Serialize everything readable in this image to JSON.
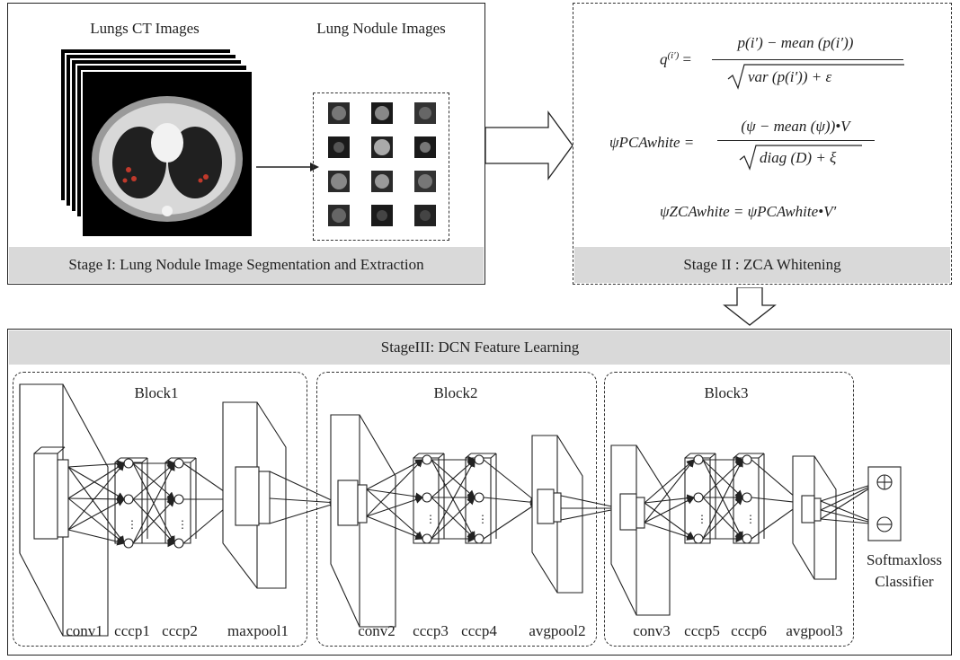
{
  "stage1": {
    "title_ct": "Lungs CT Images",
    "title_nodule": "Lung Nodule Images",
    "caption": "Stage I: Lung Nodule Image Segmentation and Extraction"
  },
  "stage2": {
    "eq1_lhs": "q",
    "eq1_lhs_sup": "(i′)",
    "eq1_num": "p(i′) − mean (p(i′))",
    "eq1_den": "var (p(i′)) + ε",
    "eq2_lhs": "ψPCAwhite =",
    "eq2_num": "(ψ − mean (ψ))•V",
    "eq2_den": "diag (D) + ξ",
    "eq3": "ψZCAwhite = ψPCAwhite•V′",
    "caption": "Stage II : ZCA Whitening"
  },
  "stage3": {
    "caption": "StageIII: DCN Feature Learning",
    "blocks": [
      {
        "name": "Block1",
        "layers": [
          "conv1",
          "cccp1",
          "cccp2",
          "maxpool1"
        ]
      },
      {
        "name": "Block2",
        "layers": [
          "conv2",
          "cccp3",
          "cccp4",
          "avgpool2"
        ]
      },
      {
        "name": "Block3",
        "layers": [
          "conv3",
          "cccp5",
          "cccp6",
          "avgpool3"
        ]
      }
    ],
    "classifier": [
      "Softmaxloss",
      "Classifier"
    ]
  },
  "colors": {
    "caption_bg": "#d9d9d9",
    "stroke": "#222222",
    "ct_bg": "#000000",
    "nodule_highlight": "#c0392b"
  }
}
